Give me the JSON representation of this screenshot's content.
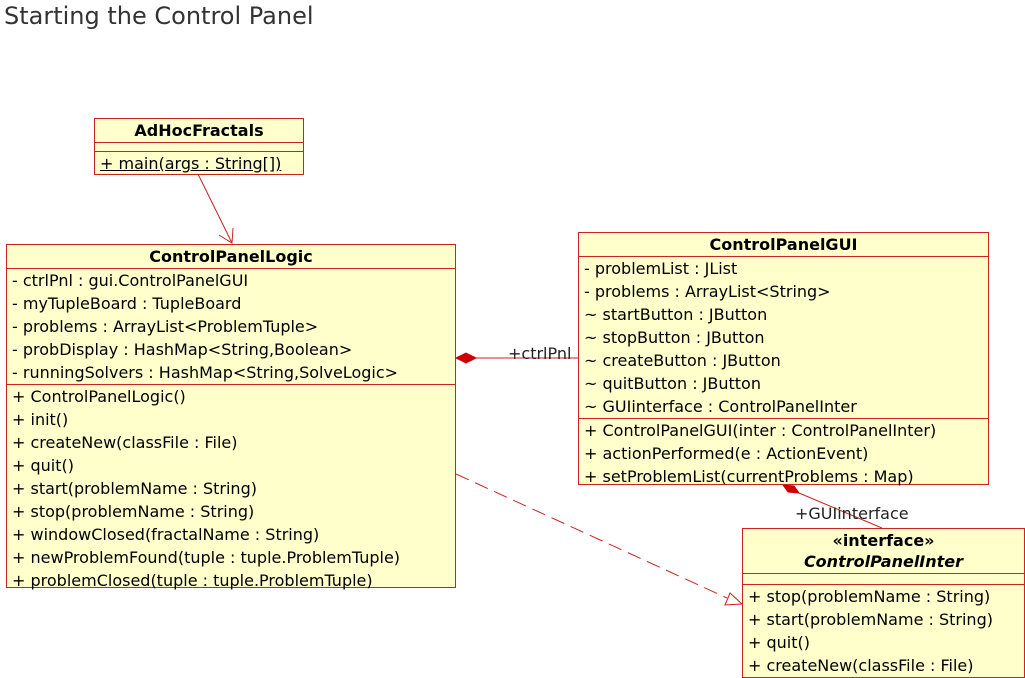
{
  "title": "Starting the Control Panel",
  "classes": {
    "adhoc": {
      "name": "AdHocFractals",
      "operations": [
        "+ main(args : String[])"
      ]
    },
    "logic": {
      "name": "ControlPanelLogic",
      "attributes": [
        "- ctrlPnl : gui.ControlPanelGUI",
        "- myTupleBoard : TupleBoard",
        "- problems : ArrayList<ProblemTuple>",
        "- probDisplay : HashMap<String,Boolean>",
        "- runningSolvers : HashMap<String,SolveLogic>"
      ],
      "operations": [
        "+ ControlPanelLogic()",
        "+ init()",
        "+ createNew(classFile : File)",
        "+ quit()",
        "+ start(problemName : String)",
        "+ stop(problemName : String)",
        "+ windowClosed(fractalName : String)",
        "+ newProblemFound(tuple : tuple.ProblemTuple)",
        "+ problemClosed(tuple : tuple.ProblemTuple)"
      ]
    },
    "gui": {
      "name": "ControlPanelGUI",
      "attributes": [
        "- problemList : JList",
        "- problems : ArrayList<String>",
        "~ startButton : JButton",
        "~ stopButton : JButton",
        "~ createButton : JButton",
        "~ quitButton : JButton",
        "~ GUIinterface : ControlPanelInter"
      ],
      "operations": [
        "+ ControlPanelGUI(inter : ControlPanelInter)",
        "+ actionPerformed(e : ActionEvent)",
        "+ setProblemList(currentProblems : Map)"
      ]
    },
    "inter": {
      "stereotype": "«interface»",
      "name": "ControlPanelInter",
      "operations": [
        "+ stop(problemName : String)",
        "+ start(problemName : String)",
        "+ quit()",
        "+ createNew(classFile : File)"
      ]
    }
  },
  "roles": {
    "ctrlPnl": "+ctrlPnl",
    "guiInterface": "+GUIinterface"
  },
  "colors": {
    "border": "#cc2222",
    "fill": "#ffffcc"
  }
}
